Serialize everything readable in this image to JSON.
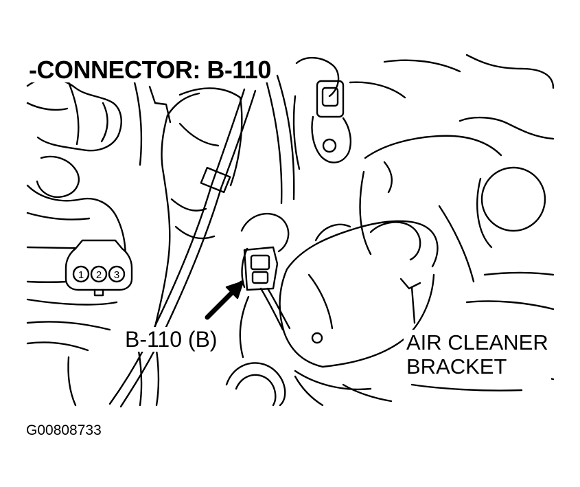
{
  "title": "-CONNECTOR: B-110",
  "connector_label": "B-110 (B)",
  "air_cleaner_bracket": [
    "AIR CLEANER",
    "BRACKET"
  ],
  "figure_id": "G00808733",
  "connector_pins": [
    "1",
    "2",
    "3"
  ],
  "colors": {
    "ink": "#000000",
    "paper": "#ffffff"
  }
}
